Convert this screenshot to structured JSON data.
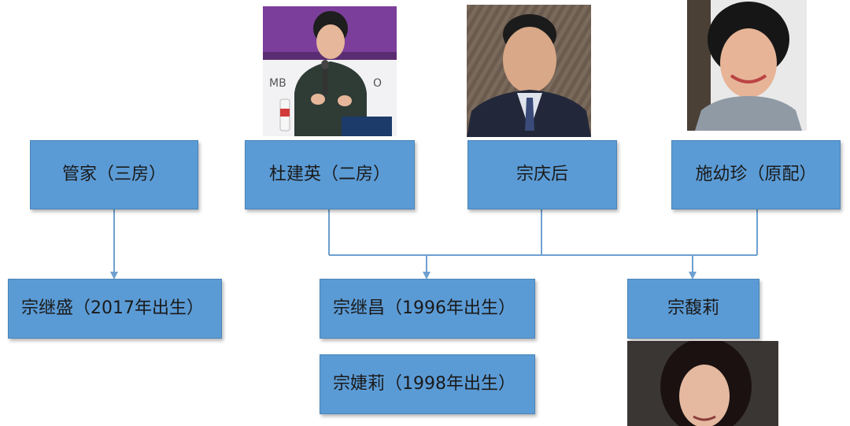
{
  "nodes": {
    "guanjia": "管家（三房）",
    "dujianying": "杜建英（二房）",
    "zongqinghou": "宗庆后",
    "shiyouzhen": "施幼珍（原配）",
    "zongjisheng": "宗继盛（2017年出生）",
    "zongjichang": "宗继昌（1996年出生）",
    "zongjieli": "宗婕莉（1998年出生）",
    "zongfuli": "宗馥莉"
  },
  "colors": {
    "box_fill": "#5b9bd5",
    "box_border": "#4a84b8",
    "connector": "#6fa0d0"
  },
  "icons": {
    "photo_dujianying": "portrait-woman-speaking-icon",
    "photo_zongqinghou": "portrait-man-icon",
    "photo_shiyouzhen": "portrait-woman-icon",
    "photo_zongfuli": "portrait-woman-icon"
  }
}
